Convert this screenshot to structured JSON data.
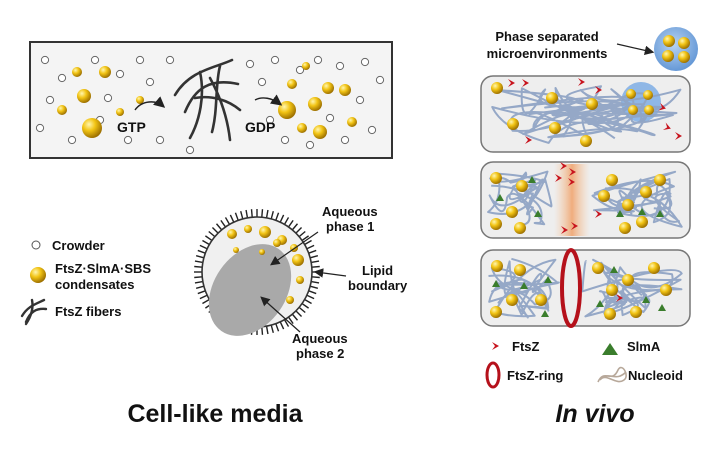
{
  "panel_left": {
    "gtp_label": "GTP",
    "gdp_label": "GDP",
    "legend": {
      "crowder": "Crowder",
      "condensates_line1": "FtsZ·SlmA·SBS",
      "condensates_line2": "condensates",
      "fibers": "FtsZ fibers"
    },
    "vesicle": {
      "aqueous1_line1": "Aqueous",
      "aqueous1_line2": "phase 1",
      "aqueous2_line1": "Aqueous",
      "aqueous2_line2": "phase 2",
      "lipid_line1": "Lipid",
      "lipid_line2": "boundary"
    },
    "title": "Cell-like media"
  },
  "panel_right": {
    "phase_line1": "Phase separated",
    "phase_line2": "microenvironments",
    "legend": {
      "ftsz": "FtsZ",
      "slma": "SlmA",
      "ftsz_ring": "FtsZ-ring",
      "nucleoid": "Nucleoid"
    },
    "title": "In vivo"
  },
  "colors": {
    "condensate": "#e8b90c",
    "ftsz": "#c8141e",
    "slma": "#3a7d2c",
    "nucleoid": "#8fa3c4",
    "cell_fill": "#eeeeee",
    "vesicle_gray": "#a9a9a9"
  }
}
